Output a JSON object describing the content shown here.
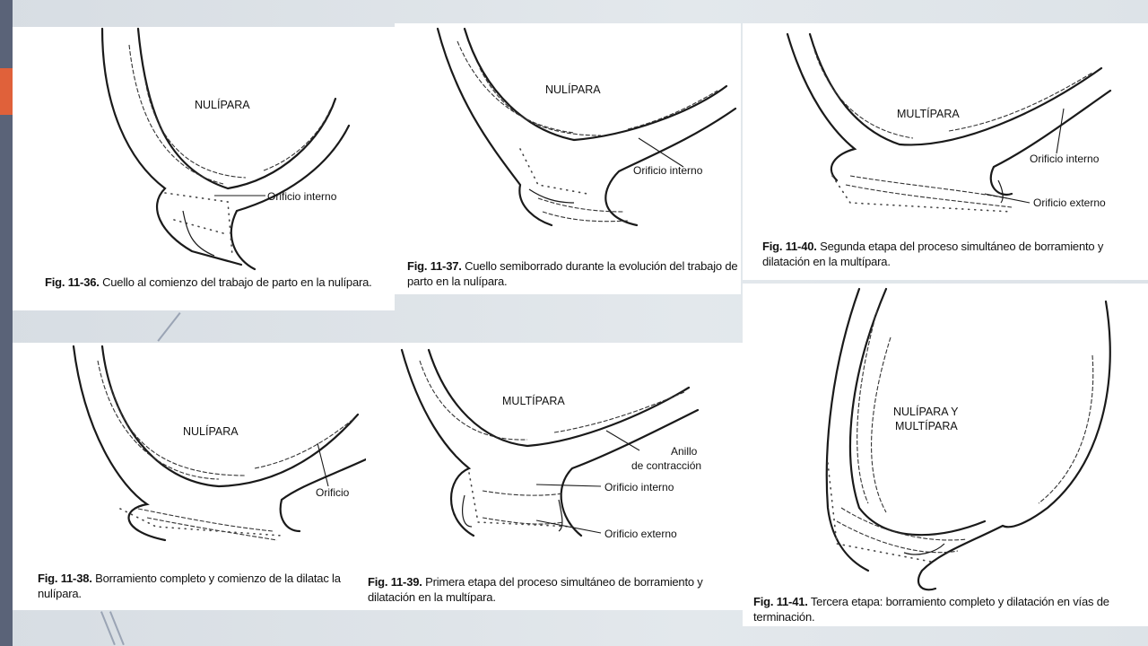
{
  "figures": [
    {
      "id": "fig-11-36",
      "title": "NULÍPARA",
      "labels": [
        "Orificio interno"
      ],
      "caption_num": "Fig. 11-36.",
      "caption_text": "Cuello al comienzo del trabajo de parto en la nulípara."
    },
    {
      "id": "fig-11-37",
      "title": "NULÍPARA",
      "labels": [
        "Orificio interno"
      ],
      "caption_num": "Fig. 11-37.",
      "caption_text": "Cuello semiborrado durante la evolución del trabajo de parto en la nulípara."
    },
    {
      "id": "fig-11-40",
      "title": "MULTÍPARA",
      "labels": [
        "Orificio interno",
        "Orificio externo"
      ],
      "caption_num": "Fig. 11-40.",
      "caption_text": "Segunda etapa del proceso simultáneo de borramiento y dilatación en la multípara."
    },
    {
      "id": "fig-11-38",
      "title": "NULÍPARA",
      "labels": [
        "Orificio"
      ],
      "caption_num": "Fig. 11-38.",
      "caption_text": "Borramiento completo y comienzo de la dilatac la nulípara."
    },
    {
      "id": "fig-11-39",
      "title": "MULTÍPARA",
      "labels": [
        "Anillo",
        "de contracción",
        "Orificio interno",
        "Orificio externo"
      ],
      "caption_num": "Fig. 11-39.",
      "caption_text": "Primera etapa del proceso simultáneo de borramiento y dilatación en la multípara."
    },
    {
      "id": "fig-11-41",
      "title": "NULÍPARA Y",
      "title2": "MULTÍPARA",
      "labels": [],
      "caption_num": "Fig. 11-41.",
      "caption_text": "Tercera etapa: borramiento completo y dilatación en vías de terminación."
    }
  ],
  "theme": {
    "left_bar": "#5a6378",
    "accent": "#e0613a"
  }
}
